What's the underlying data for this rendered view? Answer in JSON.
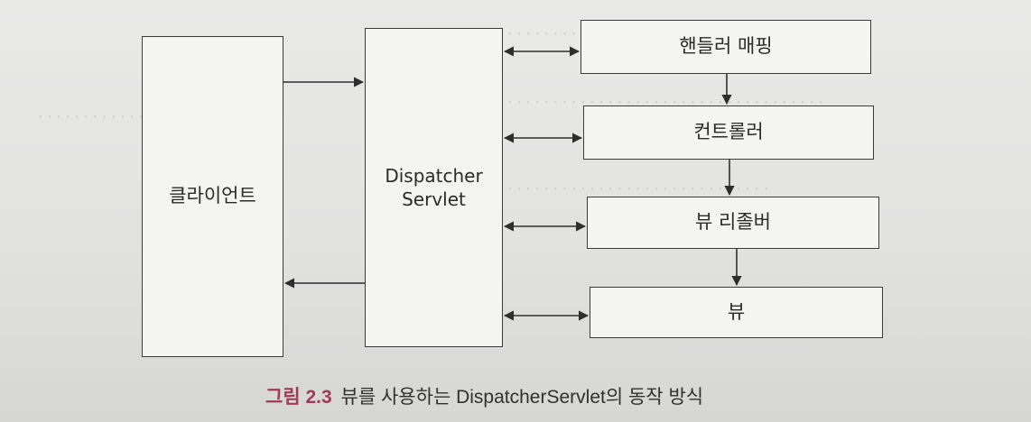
{
  "diagram": {
    "nodes": {
      "client": "클라이언트",
      "dispatcher": "Dispatcher\nServlet",
      "handler_mapping": "핸들러 매핑",
      "controller": "컨트롤러",
      "view_resolver": "뷰 리졸버",
      "view": "뷰"
    },
    "edges": [
      {
        "from": "client",
        "to": "dispatcher",
        "style": "arrow"
      },
      {
        "from": "dispatcher",
        "to": "client",
        "style": "arrow"
      },
      {
        "from": "dispatcher",
        "to": "handler_mapping",
        "style": "bidirectional"
      },
      {
        "from": "dispatcher",
        "to": "controller",
        "style": "bidirectional"
      },
      {
        "from": "dispatcher",
        "to": "view_resolver",
        "style": "bidirectional"
      },
      {
        "from": "dispatcher",
        "to": "view",
        "style": "bidirectional"
      },
      {
        "from": "handler_mapping",
        "to": "controller",
        "style": "arrow"
      },
      {
        "from": "controller",
        "to": "view_resolver",
        "style": "arrow"
      },
      {
        "from": "view_resolver",
        "to": "view",
        "style": "arrow"
      }
    ]
  },
  "caption": {
    "figure": "그림 2.3",
    "text": "뷰를 사용하는 DispatcherServlet의 동작 방식"
  },
  "colors": {
    "caption_accent": "#a13a5a",
    "line": "#2e2e2e",
    "box_fill": "#f4f4f3"
  }
}
